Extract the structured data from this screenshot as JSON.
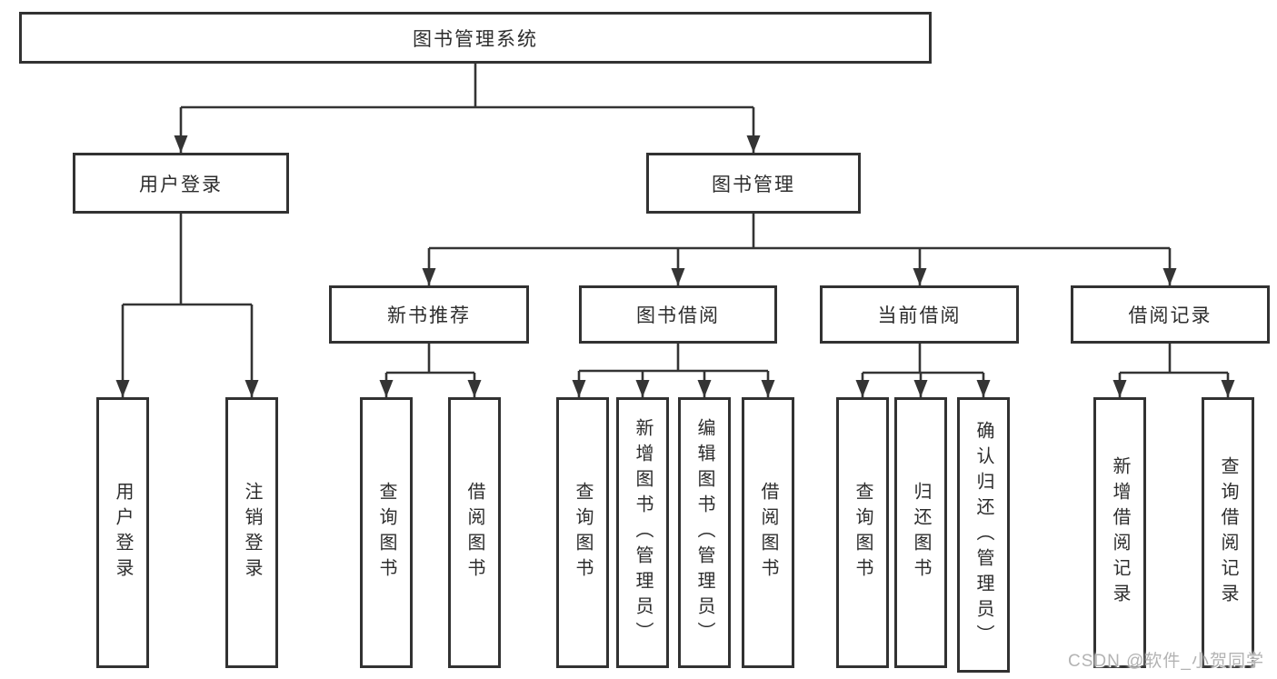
{
  "colors": {
    "background": "#ffffff",
    "line": "#343434",
    "box_border": "#323232",
    "text": "#2d2d2d",
    "watermark": "#b3b3b3"
  },
  "watermark": {
    "text": "CSDN @软件_小贺同学"
  },
  "diagram": {
    "type": "hierarchy-tree",
    "root": {
      "label": "图书管理系统"
    },
    "branches": [
      {
        "label": "用户登录",
        "leaves": [
          {
            "label": "用户登录"
          },
          {
            "label": "注销登录"
          }
        ]
      },
      {
        "label": "图书管理",
        "groups": [
          {
            "label": "新书推荐",
            "leaves": [
              {
                "label": "查询图书"
              },
              {
                "label": "借阅图书"
              }
            ]
          },
          {
            "label": "图书借阅",
            "leaves": [
              {
                "label": "查询图书"
              },
              {
                "label": "新增图书（管理员）"
              },
              {
                "label": "编辑图书（管理员）"
              },
              {
                "label": "借阅图书"
              }
            ]
          },
          {
            "label": "当前借阅",
            "leaves": [
              {
                "label": "查询图书"
              },
              {
                "label": "归还图书"
              },
              {
                "label": "确认归还（管理员）"
              }
            ]
          },
          {
            "label": "借阅记录",
            "leaves": [
              {
                "label": "新增借阅记录"
              },
              {
                "label": "查询借阅记录"
              }
            ]
          }
        ]
      }
    ]
  }
}
